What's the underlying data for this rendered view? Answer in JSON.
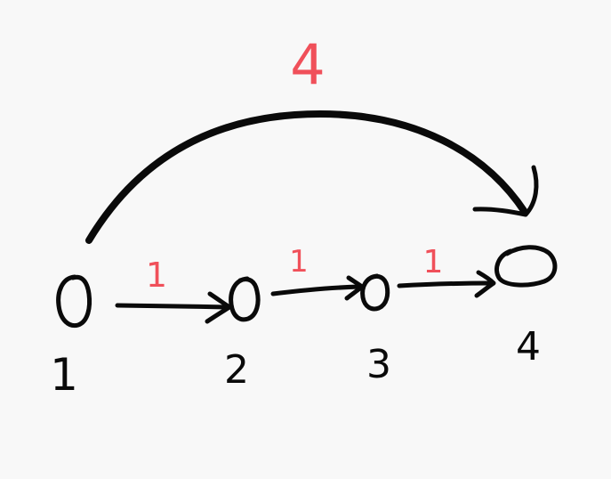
{
  "colors": {
    "background": "#f8f8f8",
    "ink": "#0a0a0a",
    "weight_label": "#f0505a"
  },
  "nodes": [
    {
      "id": "1",
      "label": "1"
    },
    {
      "id": "2",
      "label": "2"
    },
    {
      "id": "3",
      "label": "3"
    },
    {
      "id": "4",
      "label": "4"
    }
  ],
  "edges": [
    {
      "from": "1",
      "to": "2",
      "weight": "1"
    },
    {
      "from": "2",
      "to": "3",
      "weight": "1"
    },
    {
      "from": "3",
      "to": "4",
      "weight": "1"
    },
    {
      "from": "1",
      "to": "4",
      "weight": "4"
    }
  ]
}
